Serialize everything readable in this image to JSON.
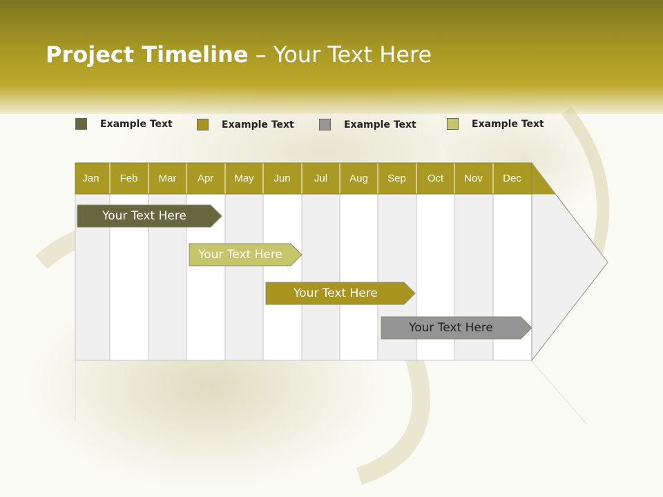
{
  "title": {
    "bold": "Project Timeline",
    "rest": " – Your Text Here"
  },
  "legend": [
    {
      "label": "Example Text",
      "color": "#66663f"
    },
    {
      "label": "Example Text",
      "color": "#a8941f"
    },
    {
      "label": "Example Text",
      "color": "#959595"
    },
    {
      "label": "Example Text",
      "color": "#c5c66a"
    }
  ],
  "months": [
    "Jan",
    "Feb",
    "Mar",
    "Apr",
    "May",
    "Jun",
    "Jul",
    "Aug",
    "Sep",
    "Oct",
    "Nov",
    "Dec"
  ],
  "tasks": [
    {
      "label": "Your  Text Here",
      "start_month": 1.0,
      "end_month": 4.0,
      "color": "#66663f",
      "text_color": "#ffffff"
    },
    {
      "label": "Your  Text Here",
      "start_month": 4.0,
      "end_month": 6.0,
      "color": "#c5c66a",
      "text_color": "#ffffff"
    },
    {
      "label": "Your  Text Here",
      "start_month": 6.0,
      "end_month": 9.0,
      "color": "#a8941f",
      "text_color": "#ffffff"
    },
    {
      "label": "Your  Text Here",
      "start_month": 9.0,
      "end_month": 12.0,
      "color": "#959595",
      "text_color": "#222222"
    }
  ],
  "colors": {
    "header": "#a99a24",
    "accent": "#a8941f"
  }
}
